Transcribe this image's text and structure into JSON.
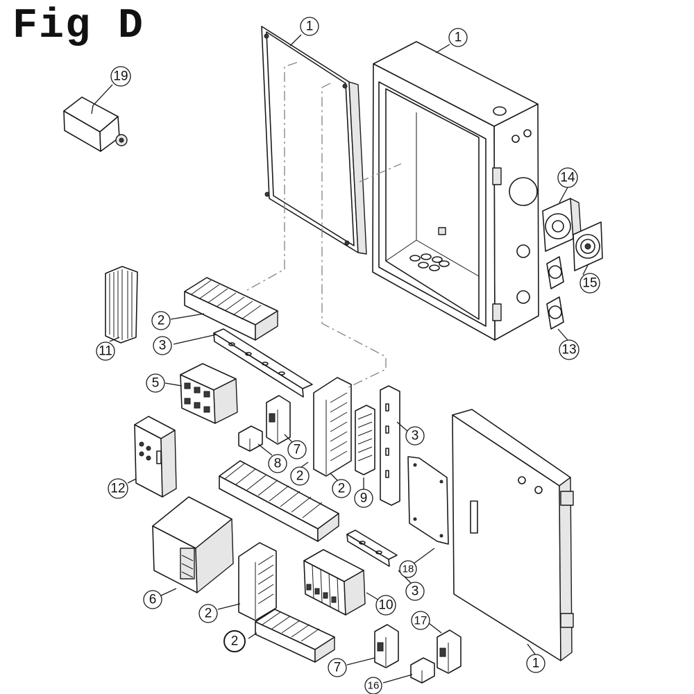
{
  "figure": {
    "title": "Fig D"
  },
  "callouts": [
    {
      "id": "c1a",
      "label": "1"
    },
    {
      "id": "c1b",
      "label": "1"
    },
    {
      "id": "c19",
      "label": "19"
    },
    {
      "id": "c14",
      "label": "14"
    },
    {
      "id": "c15",
      "label": "15"
    },
    {
      "id": "c13",
      "label": "13"
    },
    {
      "id": "c2a",
      "label": "2"
    },
    {
      "id": "c3a",
      "label": "3"
    },
    {
      "id": "c11",
      "label": "11"
    },
    {
      "id": "c5",
      "label": "5"
    },
    {
      "id": "c7a",
      "label": "7"
    },
    {
      "id": "c8",
      "label": "8"
    },
    {
      "id": "c2b",
      "label": "2"
    },
    {
      "id": "c2c",
      "label": "2"
    },
    {
      "id": "c9",
      "label": "9"
    },
    {
      "id": "c3b",
      "label": "3"
    },
    {
      "id": "c12",
      "label": "12"
    },
    {
      "id": "c18",
      "label": "18"
    },
    {
      "id": "c3c",
      "label": "3"
    },
    {
      "id": "c6",
      "label": "6"
    },
    {
      "id": "c10",
      "label": "10"
    },
    {
      "id": "c2d",
      "label": "2"
    },
    {
      "id": "c2e",
      "label": "2"
    },
    {
      "id": "c17",
      "label": "17"
    },
    {
      "id": "c7b",
      "label": "7"
    },
    {
      "id": "c16",
      "label": "16"
    },
    {
      "id": "c1c",
      "label": "1"
    }
  ]
}
